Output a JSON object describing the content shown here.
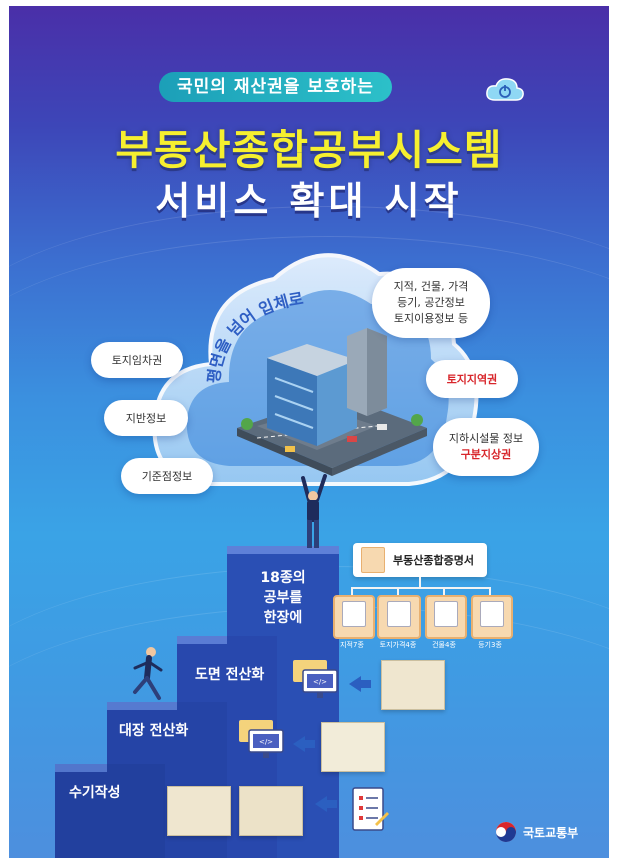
{
  "header": {
    "tagline": "국민의 재산권을 보호하는",
    "title_line1": "부동산종합공부시스템",
    "title_line2": "서비스 확대 시작"
  },
  "cloud": {
    "arc_text": "평면을 넘어 입체로"
  },
  "bubbles": {
    "left": [
      "토지임차권",
      "지반정보",
      "기준점정보"
    ],
    "top_right": [
      "지적, 건물, 가격",
      "등기, 공간정보",
      "토지이용정보 등"
    ],
    "mid_right": "토지지역권",
    "bottom_right": [
      "지하시설물 정보",
      "구분지상권"
    ]
  },
  "certificate": {
    "title": "부동산종합증명서",
    "items": [
      "지적7종",
      "토지가격4종",
      "건물4종",
      "등기3종"
    ]
  },
  "steps": {
    "step4": [
      "18종의",
      "공부를",
      "한장에"
    ],
    "step3": "도면 전산화",
    "step2": "대장 전산화",
    "step1": "수기작성"
  },
  "footer": {
    "ministry": "국토교통부"
  },
  "colors": {
    "title_yellow": "#f6ef2f",
    "step_blue": "#2346a8",
    "red_text": "#d8262b",
    "tagline_teal": "#23b0c0"
  }
}
